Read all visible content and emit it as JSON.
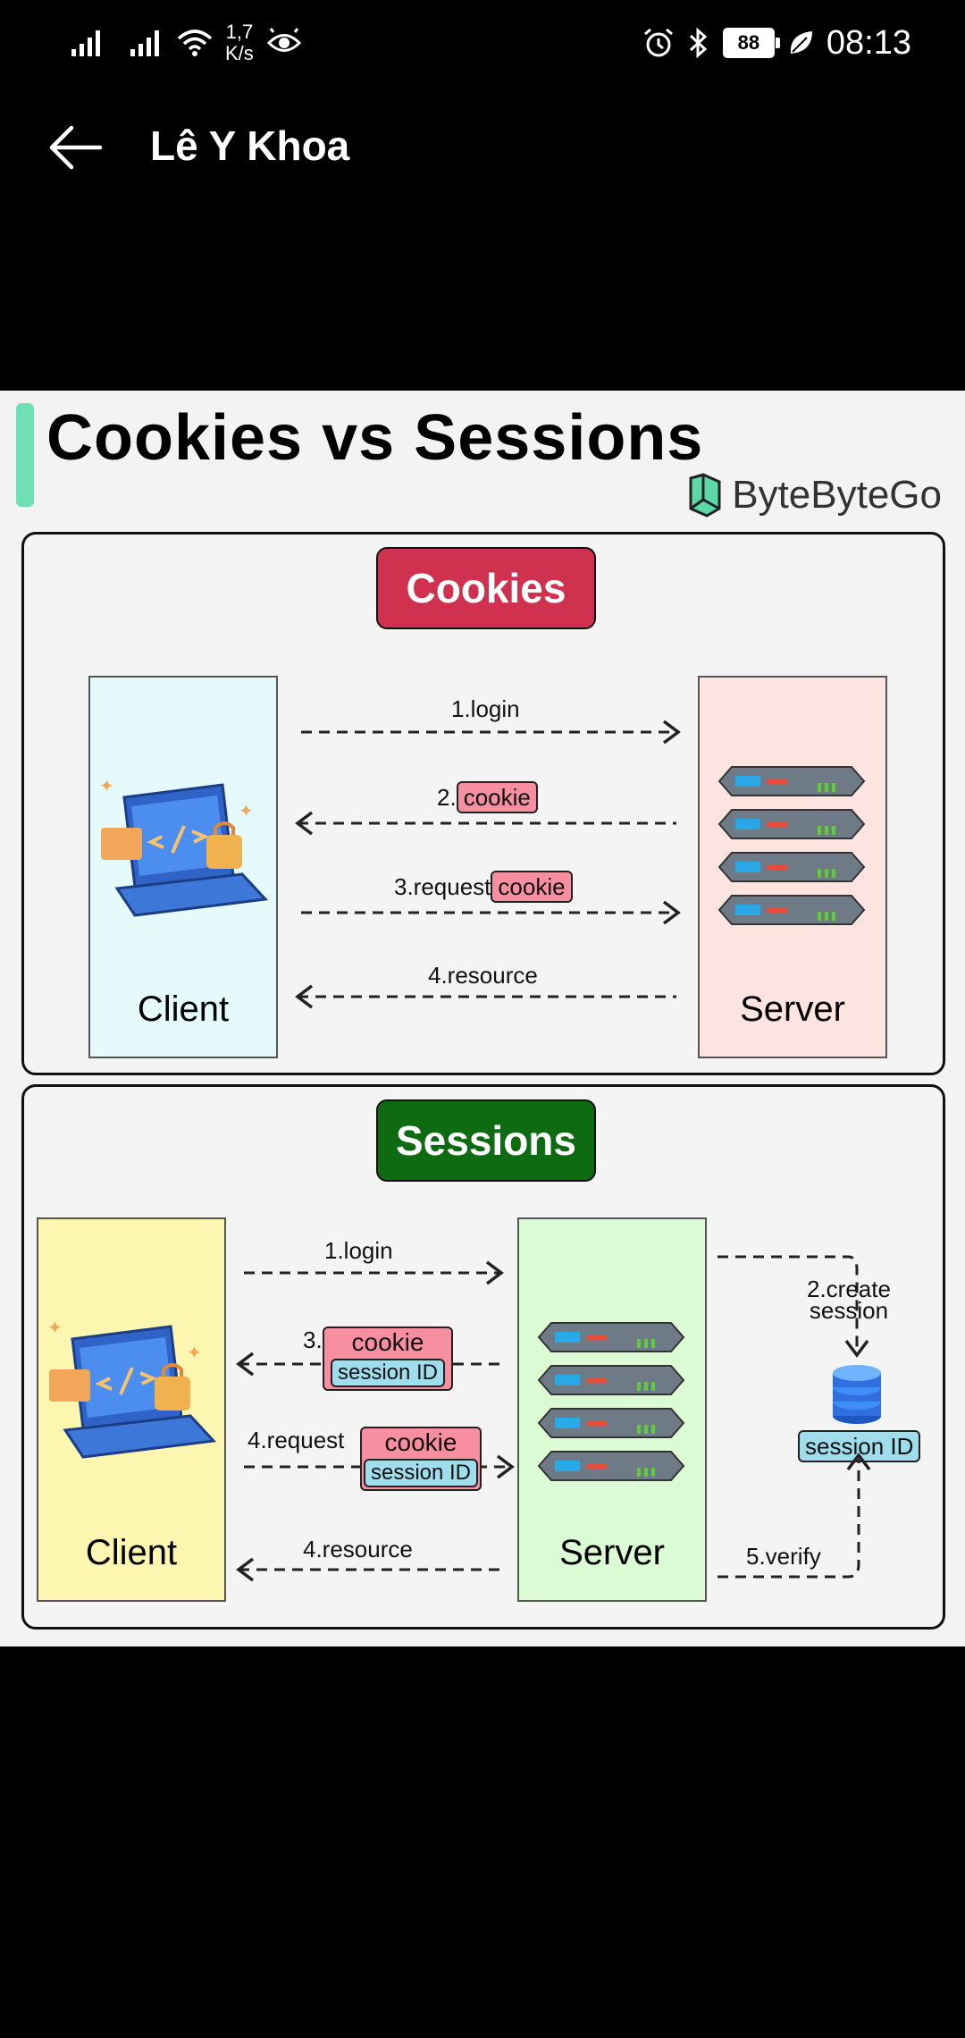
{
  "status_bar": {
    "speed_value": "1,7",
    "speed_unit": "K/s",
    "battery": "88",
    "time": "08:13"
  },
  "app_bar": {
    "title": "Lê Y Khoa"
  },
  "image": {
    "title": "Cookies vs Sessions",
    "brand": "ByteByteGo",
    "cookies": {
      "header": "Cookies",
      "client_label": "Client",
      "server_label": "Server",
      "step1": "1.login",
      "step2_prefix": "2.",
      "step2_tag": "cookie",
      "step3_prefix": "3.request",
      "step3_tag": "cookie",
      "step4": "4.resource"
    },
    "sessions": {
      "header": "Sessions",
      "client_label": "Client",
      "server_label": "Server",
      "step1": "1.login",
      "step2_line1": "2.create",
      "step2_line2": "session",
      "step3_prefix": "3.",
      "step3_cookie": "cookie",
      "step3_session": "session ID",
      "step4_prefix": "4.request",
      "step4_cookie": "cookie",
      "step4_session": "session ID",
      "step4_resource": "4.resource",
      "step5": "5.verify",
      "db_label": "session ID"
    }
  },
  "colors": {
    "cookies_badge": "#d0314f",
    "sessions_badge": "#0e6b12",
    "cookie_client_bg": "#e4fafb",
    "cookie_server_bg": "#fde4e0",
    "session_client_bg": "#fdf6b0",
    "session_server_bg": "#dafbd4"
  }
}
